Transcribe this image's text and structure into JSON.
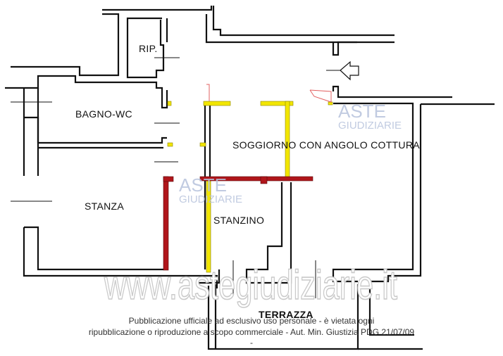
{
  "plan": {
    "rooms": [
      {
        "id": "rip",
        "label": "RIP."
      },
      {
        "id": "bagno",
        "label": "BAGNO-WC"
      },
      {
        "id": "soggiorno",
        "label": "SOGGIORNO CON ANGOLO COTTURA"
      },
      {
        "id": "stanza",
        "label": "STANZA"
      },
      {
        "id": "stanzino",
        "label": "STANZINO"
      },
      {
        "id": "terrazza",
        "label": "TERRAZZA"
      }
    ],
    "entrance_icon": "arrow-left-icon",
    "colors": {
      "walls": "#111111",
      "demolition": "#f2e600",
      "construction": "#b0161b",
      "watermark": "#b7c3dc"
    }
  },
  "watermark": {
    "logo_top": "ASTE",
    "logo_bottom": "GIUDIZIARIE",
    "url": "www.astegiudiziarie.it"
  },
  "notice": {
    "line1": "Pubblicazione ufficiale ad esclusivo uso personale - è vietata ogni",
    "line2": "ripubblicazione o riproduzione a scopo commerciale - Aut. Min. Giustizia PDG 21/07/09",
    "line3": "-"
  }
}
